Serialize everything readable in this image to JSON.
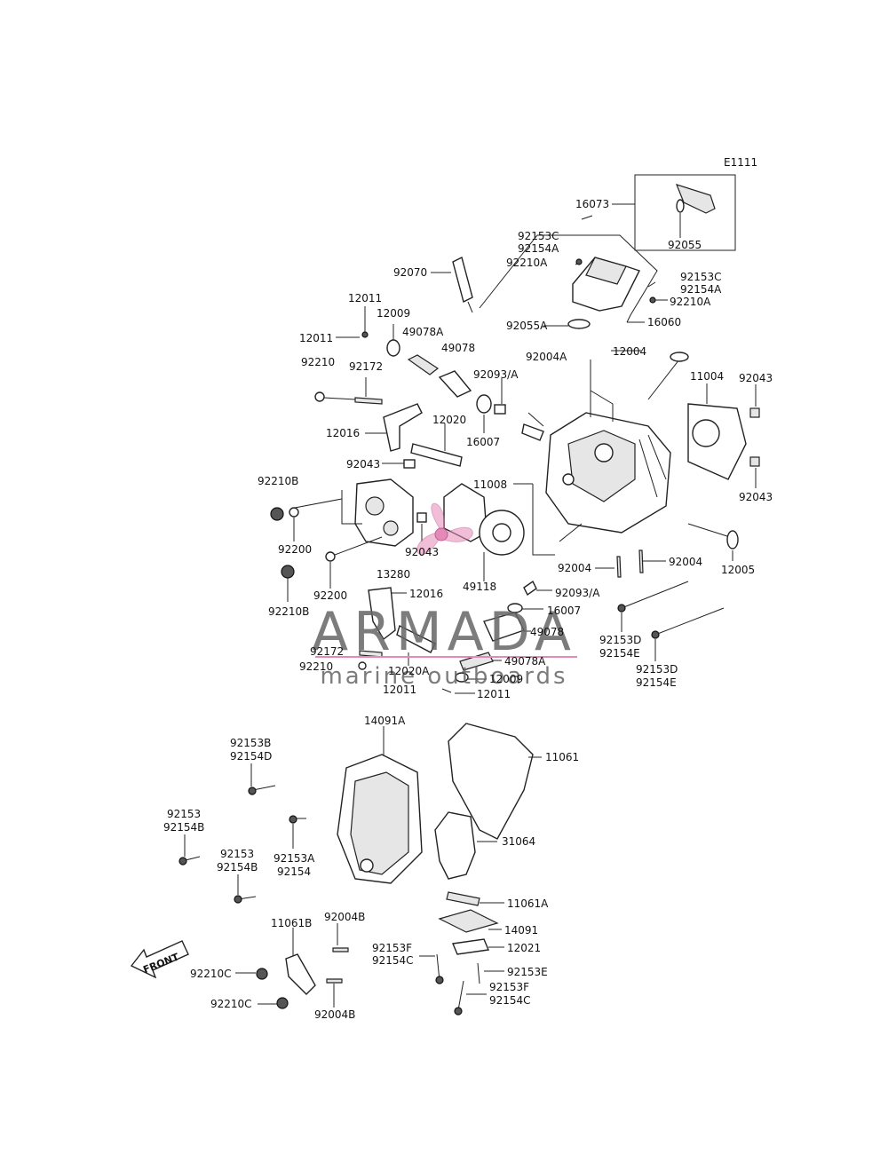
{
  "diagram": {
    "figure_code": "E1111",
    "labels": [
      {
        "id": "l16073",
        "text": "16073"
      },
      {
        "id": "l92055",
        "text": "92055"
      },
      {
        "id": "l92153C_a",
        "text": "92153C"
      },
      {
        "id": "l92154A_a",
        "text": "92154A"
      },
      {
        "id": "l92210A_a",
        "text": "92210A"
      },
      {
        "id": "l92070",
        "text": "92070"
      },
      {
        "id": "l92153C_b",
        "text": "92153C"
      },
      {
        "id": "l92154A_b",
        "text": "92154A"
      },
      {
        "id": "l92210A_b",
        "text": "92210A"
      },
      {
        "id": "l92055A",
        "text": "92055A"
      },
      {
        "id": "l16060",
        "text": "16060"
      },
      {
        "id": "l12011_a",
        "text": "12011"
      },
      {
        "id": "l12009_a",
        "text": "12009"
      },
      {
        "id": "l12011_b",
        "text": "12011"
      },
      {
        "id": "l49078A_a",
        "text": "49078A"
      },
      {
        "id": "l49078_a",
        "text": "49078"
      },
      {
        "id": "l92004A",
        "text": "92004A"
      },
      {
        "id": "l12004",
        "text": "12004"
      },
      {
        "id": "l92210_a",
        "text": "92210"
      },
      {
        "id": "l92172_a",
        "text": "92172"
      },
      {
        "id": "l92093A_a",
        "text": "92093/A"
      },
      {
        "id": "l11004",
        "text": "11004"
      },
      {
        "id": "l92043_a",
        "text": "92043"
      },
      {
        "id": "l12020",
        "text": "12020"
      },
      {
        "id": "l16007_a",
        "text": "16007"
      },
      {
        "id": "l12016_a",
        "text": "12016"
      },
      {
        "id": "l92043_b",
        "text": "92043"
      },
      {
        "id": "l92210B_a",
        "text": "92210B"
      },
      {
        "id": "l11008",
        "text": "11008"
      },
      {
        "id": "l92043_c",
        "text": "92043"
      },
      {
        "id": "l92200_a",
        "text": "92200"
      },
      {
        "id": "l92043_d",
        "text": "92043"
      },
      {
        "id": "l13280",
        "text": "13280"
      },
      {
        "id": "l92200_b",
        "text": "92200"
      },
      {
        "id": "l49118",
        "text": "49118"
      },
      {
        "id": "l92004_a",
        "text": "92004"
      },
      {
        "id": "l92004_b",
        "text": "92004"
      },
      {
        "id": "l12005",
        "text": "12005"
      },
      {
        "id": "l92093A_b",
        "text": "92093/A"
      },
      {
        "id": "l12016_b",
        "text": "12016"
      },
      {
        "id": "l92210B_b",
        "text": "92210B"
      },
      {
        "id": "l16007_b",
        "text": "16007"
      },
      {
        "id": "l49078_b",
        "text": "49078"
      },
      {
        "id": "l92153D_a",
        "text": "92153D"
      },
      {
        "id": "l92154E_a",
        "text": "92154E"
      },
      {
        "id": "l92172_b",
        "text": "92172"
      },
      {
        "id": "l49078A_b",
        "text": "49078A"
      },
      {
        "id": "l92153D_b",
        "text": "92153D"
      },
      {
        "id": "l92154E_b",
        "text": "92154E"
      },
      {
        "id": "l92210_b",
        "text": "92210"
      },
      {
        "id": "l12020A",
        "text": "12020A"
      },
      {
        "id": "l12009_b",
        "text": "12009"
      },
      {
        "id": "l12011_c",
        "text": "12011"
      },
      {
        "id": "l12011_d",
        "text": "12011"
      },
      {
        "id": "l14091A",
        "text": "14091A"
      },
      {
        "id": "l11061",
        "text": "11061"
      },
      {
        "id": "l92153B",
        "text": "92153B"
      },
      {
        "id": "l92154D",
        "text": "92154D"
      },
      {
        "id": "l92153_a",
        "text": "92153"
      },
      {
        "id": "l92154B_a",
        "text": "92154B"
      },
      {
        "id": "l31064",
        "text": "31064"
      },
      {
        "id": "l92153_b",
        "text": "92153"
      },
      {
        "id": "l92154B_b",
        "text": "92154B"
      },
      {
        "id": "l92153A",
        "text": "92153A"
      },
      {
        "id": "l92154",
        "text": "92154"
      },
      {
        "id": "l11061A",
        "text": "11061A"
      },
      {
        "id": "l11061B",
        "text": "11061B"
      },
      {
        "id": "l92004B_a",
        "text": "92004B"
      },
      {
        "id": "l14091",
        "text": "14091"
      },
      {
        "id": "l92153F_a",
        "text": "92153F"
      },
      {
        "id": "l92154C_a",
        "text": "92154C"
      },
      {
        "id": "l12021",
        "text": "12021"
      },
      {
        "id": "l92153E",
        "text": "92153E"
      },
      {
        "id": "l92210C_a",
        "text": "92210C"
      },
      {
        "id": "l92153F_b",
        "text": "92153F"
      },
      {
        "id": "l92154C_b",
        "text": "92154C"
      },
      {
        "id": "l92210C_b",
        "text": "92210C"
      },
      {
        "id": "l92004B_b",
        "text": "92004B"
      }
    ],
    "front_arrow_label": "FRONT"
  },
  "watermark": {
    "brand": "ARMADA",
    "tagline": "marine outboards",
    "accent_color": "#e58ab8"
  }
}
